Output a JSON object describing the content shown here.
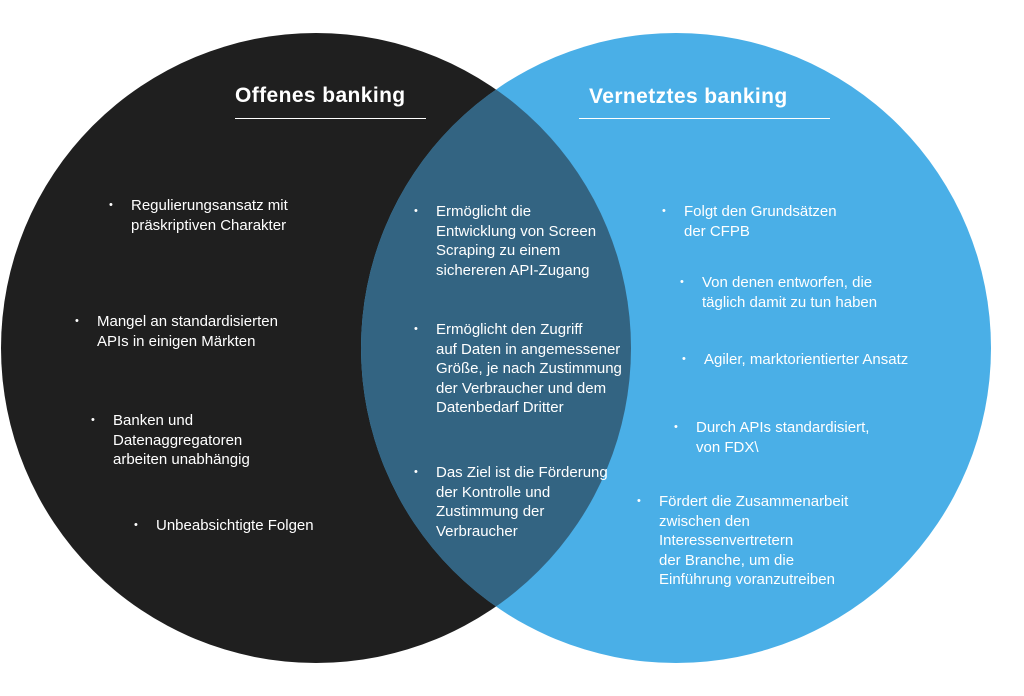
{
  "colors": {
    "left_circle": "#1f1f1f",
    "right_circle": "#4aafe7",
    "overlap": "#336482",
    "text": "#ffffff"
  },
  "left": {
    "title": "Offenes banking",
    "items": [
      [
        "Regulierungsansatz mit",
        "präskriptiven Charakter"
      ],
      [
        "Mangel an standardisierten",
        "APIs in einigen Märkten"
      ],
      [
        "Banken und",
        "Datenaggregatoren",
        "arbeiten unabhängig"
      ],
      [
        "Unbeabsichtigte Folgen"
      ]
    ]
  },
  "overlap": {
    "items": [
      [
        "Ermöglicht die",
        "Entwicklung von Screen",
        "Scraping zu einem",
        "sichereren API-Zugang"
      ],
      [
        "Ermöglicht den Zugriff",
        "auf Daten in angemessener",
        "Größe, je nach Zustimmung",
        "der Verbraucher und dem",
        "Datenbedarf Dritter"
      ],
      [
        "Das Ziel ist die Förderung",
        "der Kontrolle und",
        "Zustimmung der",
        "Verbraucher"
      ]
    ]
  },
  "right": {
    "title": "Vernetztes banking",
    "items": [
      [
        "Folgt den Grundsätzen",
        "der CFPB"
      ],
      [
        "Von denen entworfen, die",
        "täglich damit zu tun haben"
      ],
      [
        "Agiler, marktorientierter Ansatz"
      ],
      [
        "Durch APIs standardisiert,",
        "von FDX\\"
      ],
      [
        "Fördert die Zusammenarbeit",
        "zwischen den",
        "Interessenvertretern",
        "der Branche, um die",
        "Einführung voranzutreiben"
      ]
    ]
  }
}
